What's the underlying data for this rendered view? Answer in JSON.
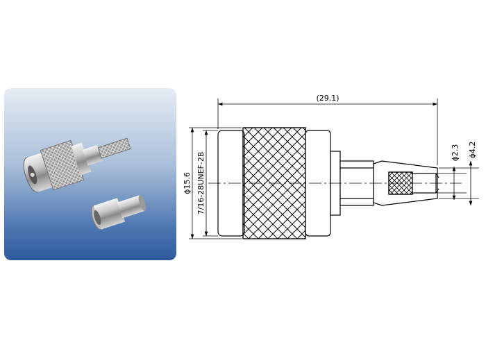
{
  "drawing": {
    "overall_length": "(29.1)",
    "outer_diameter": "ϕ15.6",
    "thread_spec": "7/16-28UNEF-2B",
    "pin_diameter": "ϕ2.3",
    "cable_diameter": "ϕ4.2"
  }
}
